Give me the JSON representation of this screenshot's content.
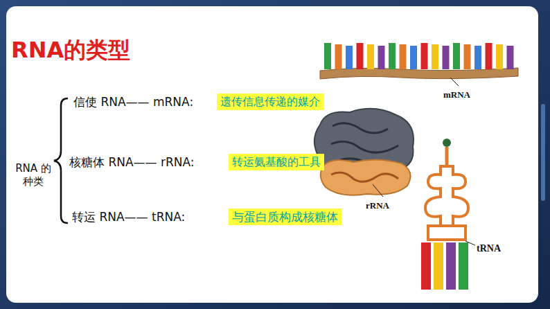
{
  "diagram": {
    "title": "RNA的类型",
    "nodes": [
      {
        "text": [
          "遗传信息传递的媒介"
        ]
      },
      {
        "text": [
          "转运氨基酸的工具"
        ]
      },
      {
        "text": [
          "与蛋白质构成核糖体"
        ]
      }
    ],
    "labels": [
      "RNA 的种类",
      "信使 RNA—— mRNA:",
      "核糖体 RNA—— rRNA:",
      "转运 RNA—— tRNA:",
      "mRNA",
      "rRNA",
      "tRNA"
    ]
  }
}
